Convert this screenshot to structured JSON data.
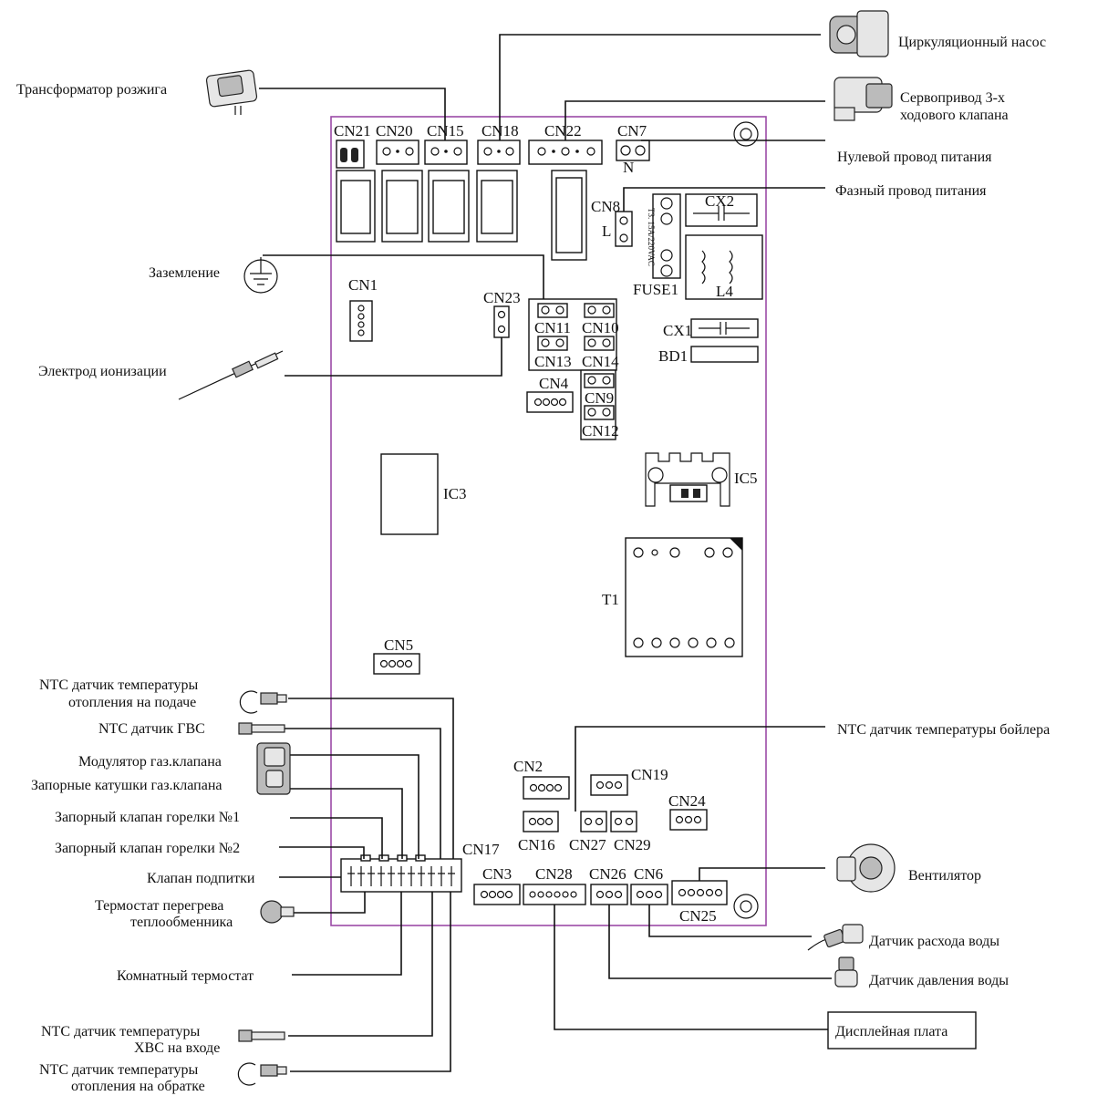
{
  "peripherals": {
    "circ_pump": "Циркуляционный насос",
    "servo_line1": "Сервопривод 3-х",
    "servo_line2": "ходового клапана",
    "neutral": "Нулевой провод питания",
    "phase": "Фазный провод питания",
    "ign_transformer": "Трансформатор розжига",
    "ground": "Заземление",
    "ion_electrode": "Электрод ионизации",
    "ntc_supply_line1": "NTC датчик температуры",
    "ntc_supply_line2": "отопления на подаче",
    "ntc_dhw": "NTC датчик ГВС",
    "gas_modulator": "Модулятор газ.клапана",
    "gas_coils": "Запорные катушки газ.клапана",
    "burner_valve_1": "Запорный клапан горелки №1",
    "burner_valve_2": "Запорный клапан горелки №2",
    "fill_valve": "Клапан подпитки",
    "overheat_line1": "Термостат перегрева",
    "overheat_line2": "теплообменника",
    "room_thermostat": "Комнатный термостат",
    "ntc_cold_line1": "NTC датчик температуры",
    "ntc_cold_line2": "ХВС на входе",
    "ntc_return_line1": "NTC датчик температуры",
    "ntc_return_line2": "отопления на обратке",
    "ntc_boiler": "NTC датчик температуры бойлера",
    "fan": "Вентилятор",
    "flow_sensor": "Датчик расхода воды",
    "pressure_sensor": "Датчик давления воды",
    "display_board": "Дисплейная плата"
  },
  "board": {
    "cn21": "CN21",
    "cn20": "CN20",
    "cn15": "CN15",
    "cn18": "CN18",
    "cn22": "CN22",
    "cn7": "CN7",
    "n": "N",
    "cn8": "CN8",
    "l": "L",
    "fuse_rating": "T3. 15A/220VAC",
    "fuse1": "FUSE1",
    "cx2": "CX2",
    "l4": "L4",
    "cn1": "CN1",
    "cn23": "CN23",
    "cn11": "CN11",
    "cn10": "CN10",
    "cn13": "CN13",
    "cn14": "CN14",
    "cn4": "CN4",
    "cn9": "CN9",
    "cn12": "CN12",
    "cx1": "CX1",
    "bd1": "BD1",
    "ic3": "IC3",
    "ic5": "IC5",
    "t1": "T1",
    "cn5": "CN5",
    "cn2": "CN2",
    "cn19": "CN19",
    "cn24": "CN24",
    "cn16": "CN16",
    "cn27": "CN27",
    "cn29": "CN29",
    "cn17": "CN17",
    "cn3": "CN3",
    "cn28": "CN28",
    "cn26": "CN26",
    "cn6": "CN6",
    "cn25": "CN25"
  }
}
